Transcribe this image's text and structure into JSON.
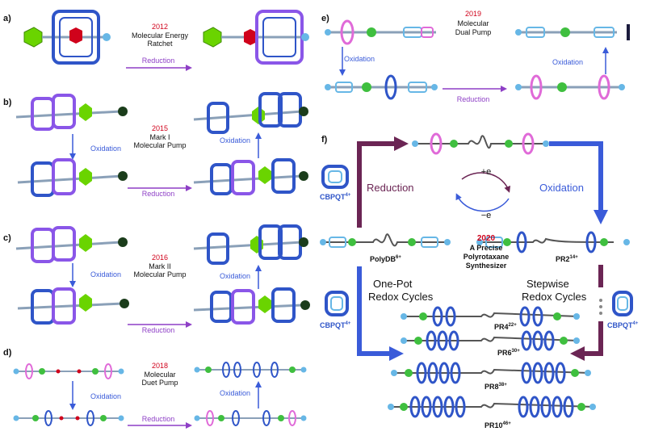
{
  "panels": {
    "a": {
      "label": "a)",
      "year": "2012",
      "title": [
        "Molecular Energy",
        "Ratchet"
      ],
      "arrow": "Reduction"
    },
    "b": {
      "label": "b)",
      "year": "2015",
      "title": [
        "Mark I",
        "Molecular Pump"
      ],
      "arrow_down": "Oxidation",
      "arrow_right": "Reduction",
      "arrow_up": "Oxidation"
    },
    "c": {
      "label": "c)",
      "year": "2016",
      "title": [
        "Mark II",
        "Molecular Pump"
      ],
      "arrow_down": "Oxidation",
      "arrow_right": "Reduction",
      "arrow_up": "Oxidation"
    },
    "d": {
      "label": "d)",
      "year": "2018",
      "title": [
        "Molecular",
        "Duet Pump"
      ],
      "arrow_down": "Oxidation",
      "arrow_right": "Reduction",
      "arrow_up": "Oxidation"
    },
    "e": {
      "label": "e)",
      "year": "2019",
      "title": [
        "Molecular",
        "Dual Pump"
      ],
      "arrow_down": "Oxidation",
      "arrow_right": "Reduction",
      "arrow_up": "Oxidation"
    },
    "f": {
      "label": "f)",
      "reduction": "Reduction",
      "oxidation": "Oxidation",
      "plus_e": "+e",
      "minus_e": "−e",
      "cbpqt_base": "CBPQT",
      "cbpqt_sup": "4+",
      "polydb_base": "PolyDB",
      "polydb_sup": "6+",
      "pr2_base": "PR2",
      "pr2_sup": "14+",
      "year": "2020",
      "center_title": [
        "A Precise",
        "Polyrotaxane",
        "Synthesizer"
      ],
      "one_pot": [
        "One-Pot",
        "Redox Cycles"
      ],
      "stepwise": [
        "Stepwise",
        "Redox Cycles"
      ],
      "products": [
        {
          "base": "PR4",
          "sup": "22+"
        },
        {
          "base": "PR6",
          "sup": "30+"
        },
        {
          "base": "PR8",
          "sup": "38+"
        },
        {
          "base": "PR10",
          "sup": "46+"
        }
      ]
    }
  },
  "colors": {
    "red_year": "#d0021b",
    "purple": "#8e3fc6",
    "blue": "#3a5bd9",
    "dark_purple": "#6b2554",
    "ring_blue": "#2f55c8",
    "ring_violet": "#8a56e8",
    "green": "#6ad400",
    "sphere_blue": "#67b7e6",
    "sphere_green": "#3fbf3f",
    "pink": "#e06ad8"
  }
}
